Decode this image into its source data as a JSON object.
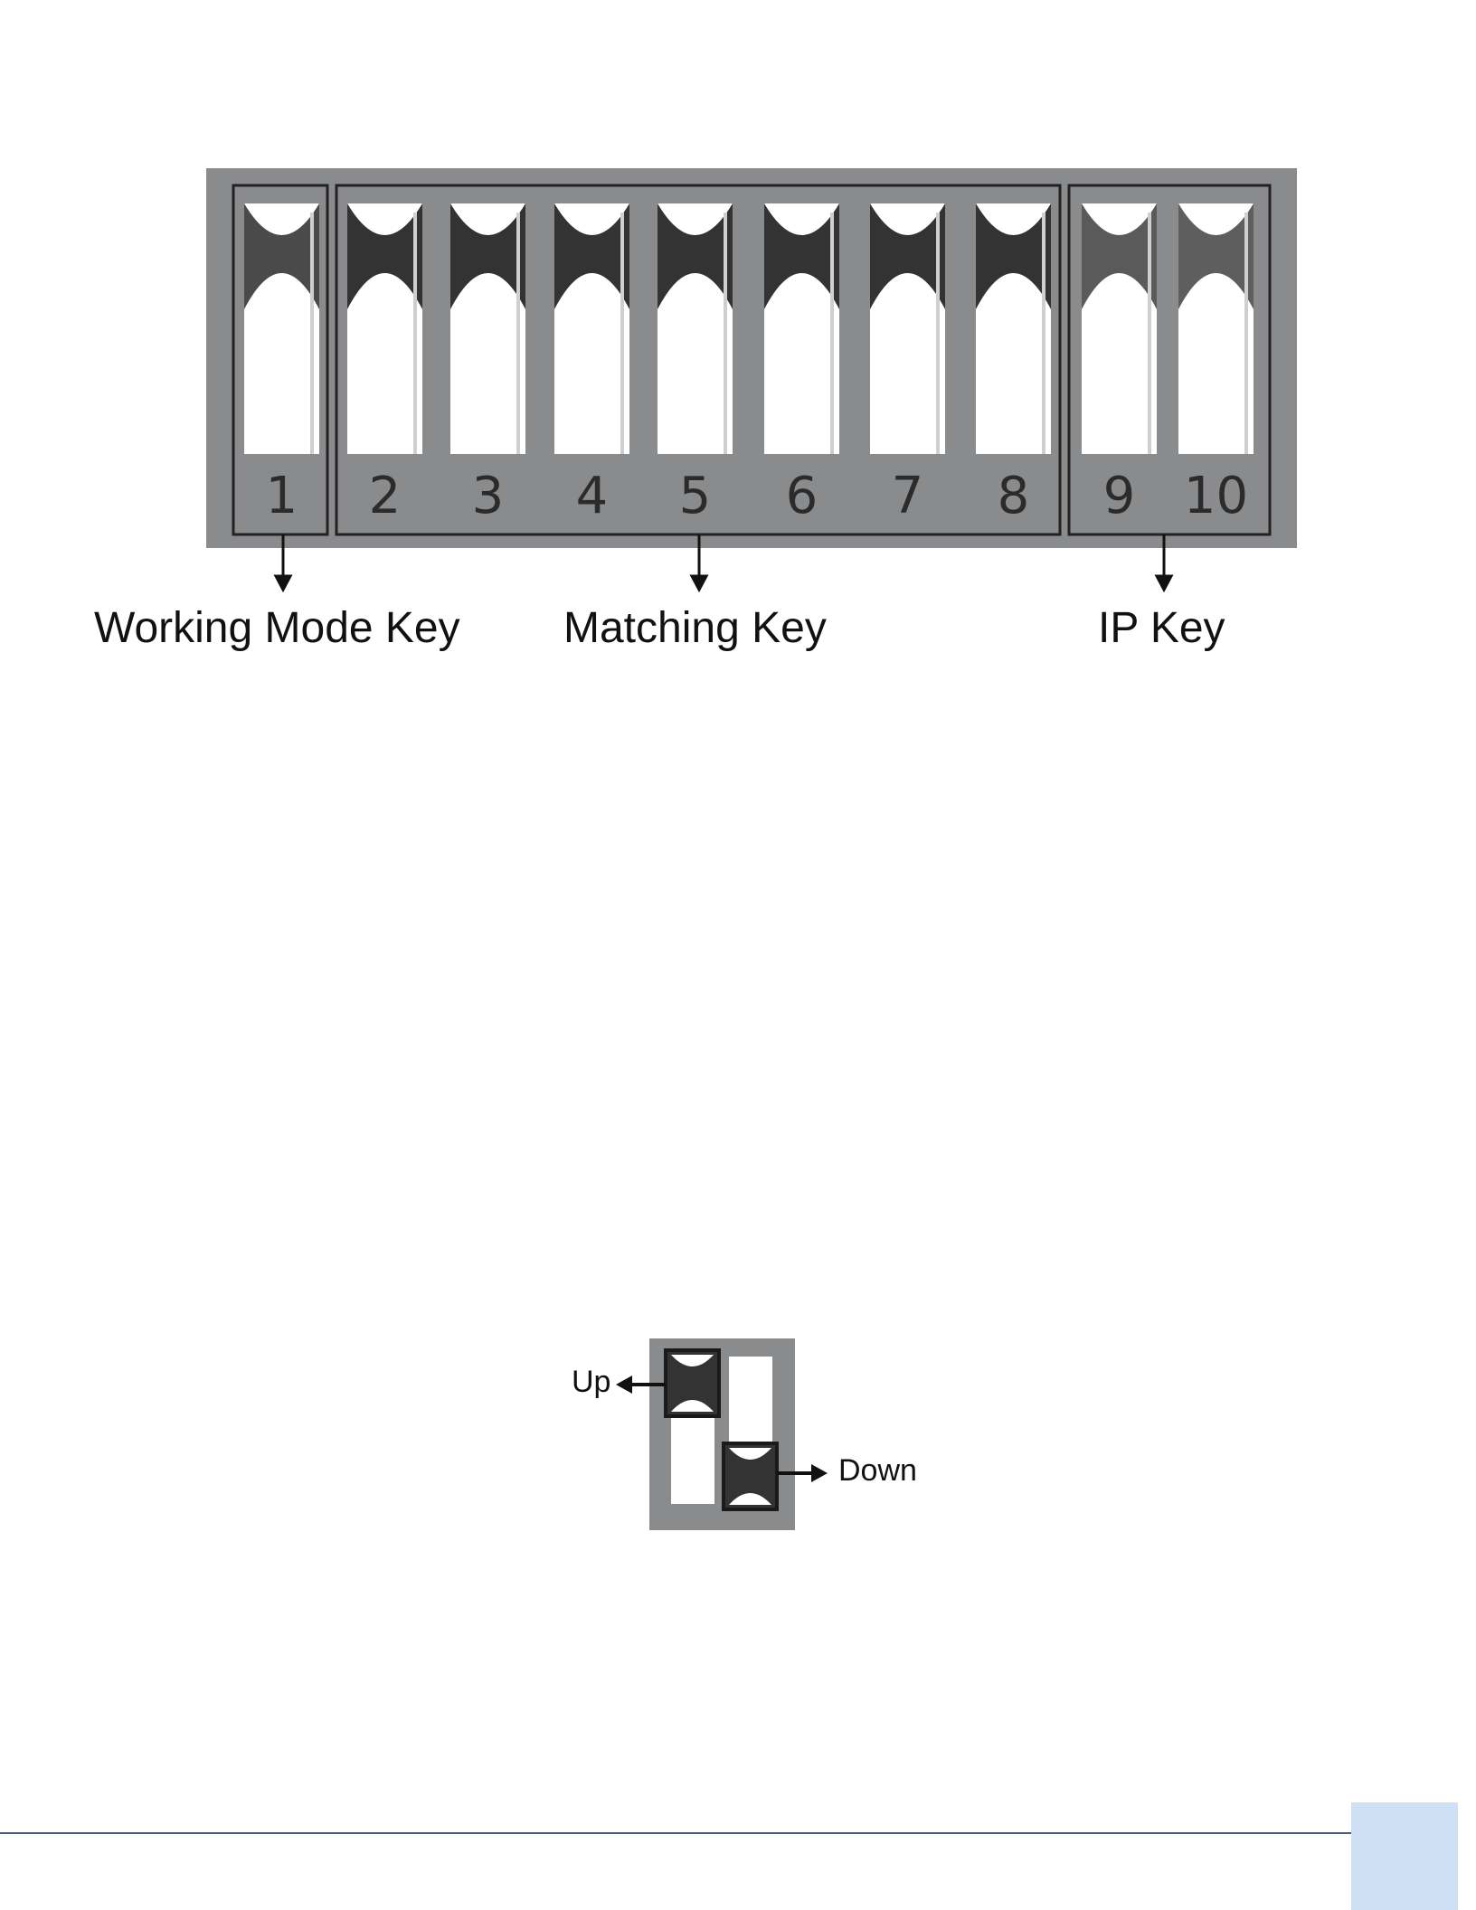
{
  "dip_switch": {
    "switches": [
      {
        "number": "1",
        "group": "working_mode",
        "shade": "#4a4a4a"
      },
      {
        "number": "2",
        "group": "matching",
        "shade": "#333333"
      },
      {
        "number": "3",
        "group": "matching",
        "shade": "#333333"
      },
      {
        "number": "4",
        "group": "matching",
        "shade": "#333333"
      },
      {
        "number": "5",
        "group": "matching",
        "shade": "#333333"
      },
      {
        "number": "6",
        "group": "matching",
        "shade": "#333333"
      },
      {
        "number": "7",
        "group": "matching",
        "shade": "#333333"
      },
      {
        "number": "8",
        "group": "matching",
        "shade": "#333333"
      },
      {
        "number": "9",
        "group": "ip",
        "shade": "#5a5a5a"
      },
      {
        "number": "10",
        "group": "ip",
        "shade": "#5e5e5e"
      }
    ],
    "labels": {
      "working_mode": "Working Mode Key",
      "matching": "Matching Key",
      "ip": "IP Key"
    }
  },
  "legend": {
    "up_label": "Up",
    "down_label": "Down"
  },
  "colors": {
    "housing": "#8a8b8d",
    "frame": "#222222",
    "slot": "#ffffff",
    "footer_line": "#4a5a78",
    "page_box": "#cfe0f5"
  }
}
